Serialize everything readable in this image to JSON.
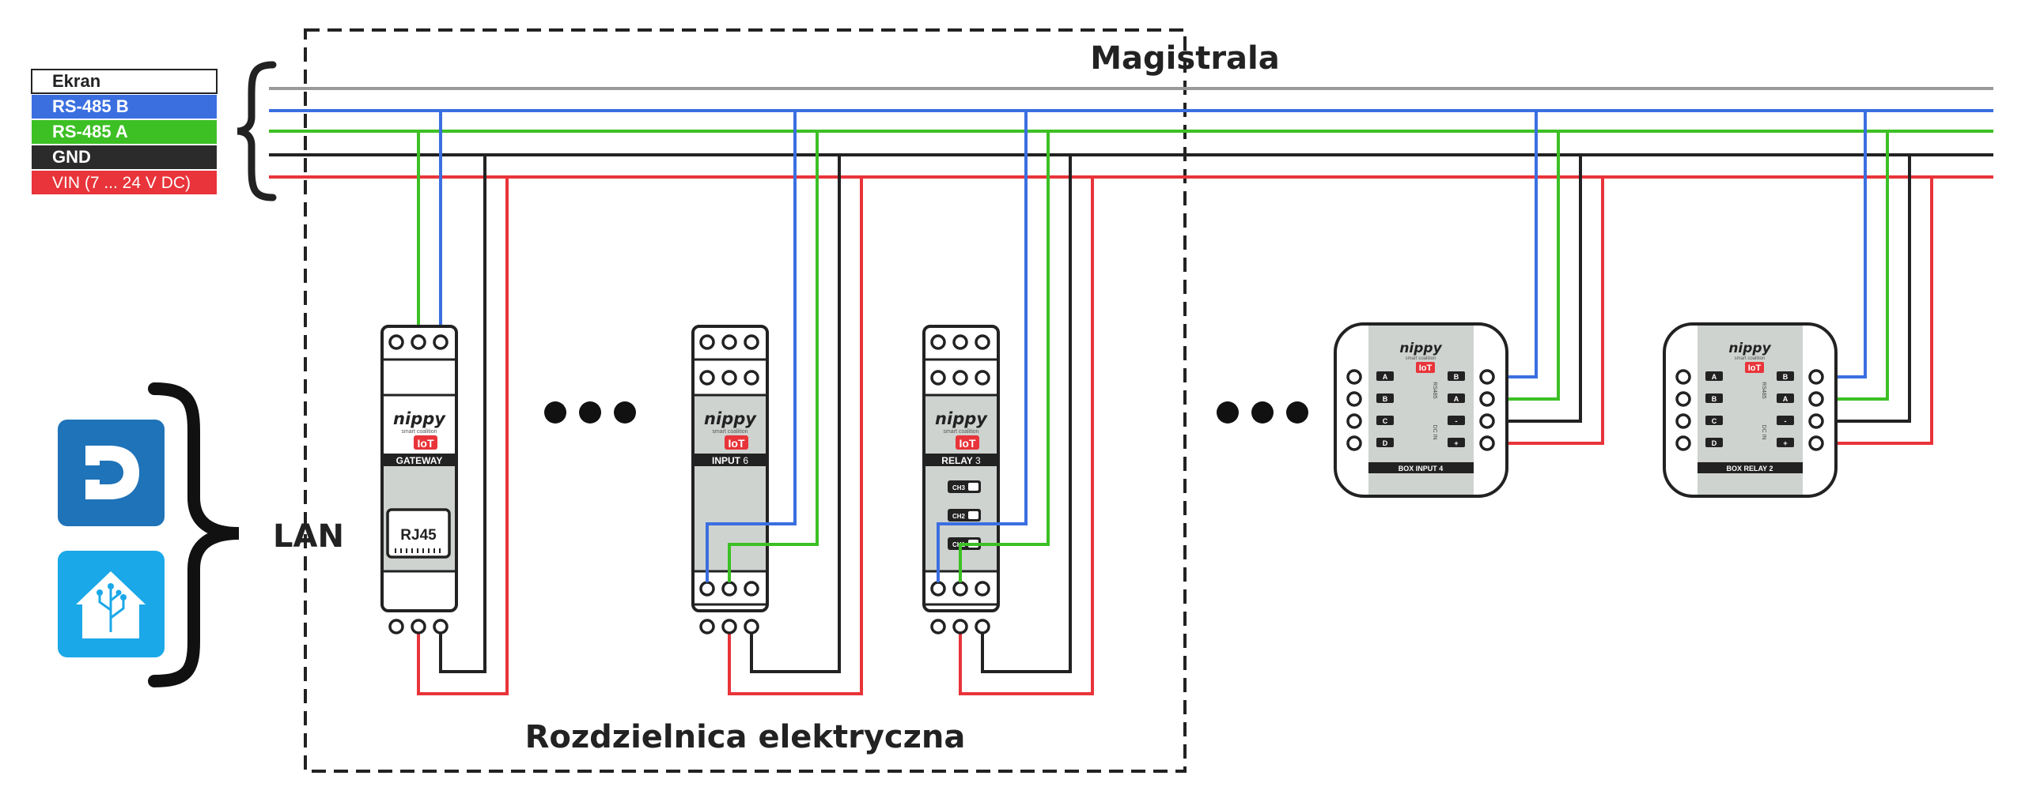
{
  "title_bus": "Magistrala",
  "title_cabinet": "Rozdzielnica elektryczna",
  "lan_label": "LAN",
  "legend": [
    {
      "label": "Ekran",
      "bg": "#ffffff",
      "fg": "#222222"
    },
    {
      "label": "RS-485 B",
      "bg": "#3b6fe0",
      "fg": "#ffffff"
    },
    {
      "label": "RS-485 A",
      "bg": "#3cc024",
      "fg": "#ffffff"
    },
    {
      "label": "GND",
      "bg": "#2b2b2b",
      "fg": "#ffffff"
    },
    {
      "label": "VIN (7 ... 24 V DC)",
      "bg": "#e8343a",
      "fg": "#ffffff"
    }
  ],
  "colors": {
    "ekran": "#9a9a9a",
    "rs485_b": "#3b6fe0",
    "rs485_a": "#3cc024",
    "gnd": "#222222",
    "vin": "#e8343a",
    "module_grey": "#cfd3d0",
    "domoticz_blue": "#1f73b8",
    "homeassistant_blue": "#1aa8e8"
  },
  "brand": {
    "name": "nippy",
    "sub": "smart coalition",
    "badge": "IoT"
  },
  "din_modules": [
    {
      "id": "gateway",
      "name": "GATEWAY",
      "jack": "RJ45"
    },
    {
      "id": "input",
      "name": "INPUT",
      "num": "6"
    },
    {
      "id": "relay",
      "name": "RELAY",
      "num": "3",
      "switches": [
        "CH3",
        "CH2",
        "CH1"
      ]
    }
  ],
  "box_modules": [
    {
      "id": "box-input",
      "name": "BOX INPUT 4"
    },
    {
      "id": "box-relay",
      "name": "BOX RELAY 2"
    }
  ],
  "box_terminals_left": [
    "A",
    "B",
    "C",
    "D"
  ],
  "box_terminals_right": [
    "B",
    "A",
    "-",
    "+"
  ],
  "box_side_labels": [
    "RS485",
    "DC IN"
  ],
  "icons": [
    "domoticz-icon",
    "home-assistant-icon",
    "ellipsis-icon"
  ]
}
